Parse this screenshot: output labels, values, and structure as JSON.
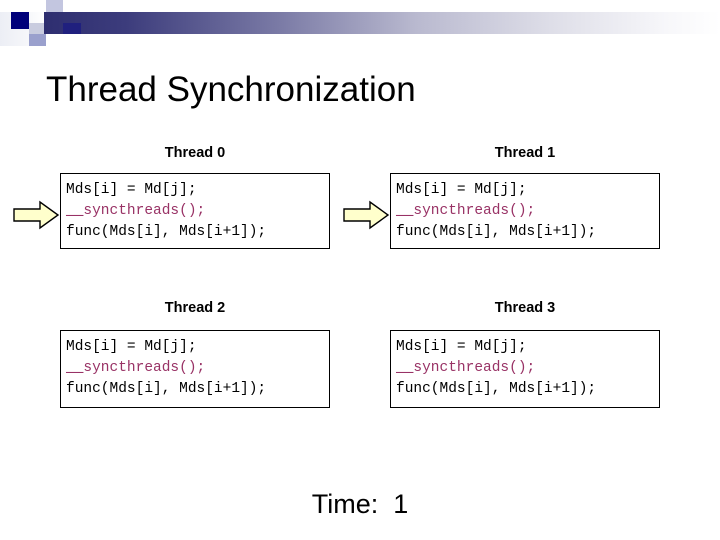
{
  "slide": {
    "title": "Thread Synchronization",
    "time_label": "Time:  1"
  },
  "banner": {
    "gradient_start": "#2e2e70",
    "gradient_end": "#ffffff",
    "accent_navy": "#00007a",
    "accent_lavender": "#c3c6e0"
  },
  "code": {
    "line1": "Mds[i] = Md[j];",
    "line2_underscores": "__",
    "line2_rest": "syncthreads();",
    "line3": "func(Mds[i], Mds[i+1]);",
    "sync_color": "#993366"
  },
  "arrow": {
    "fill": "#ffffcc",
    "stroke": "#000000",
    "name": "right-arrow"
  },
  "threads": [
    {
      "label": "Thread  0",
      "has_arrow": true
    },
    {
      "label": "Thread  1",
      "has_arrow": true
    },
    {
      "label": "Thread  2",
      "has_arrow": false
    },
    {
      "label": "Thread  3",
      "has_arrow": false
    }
  ]
}
